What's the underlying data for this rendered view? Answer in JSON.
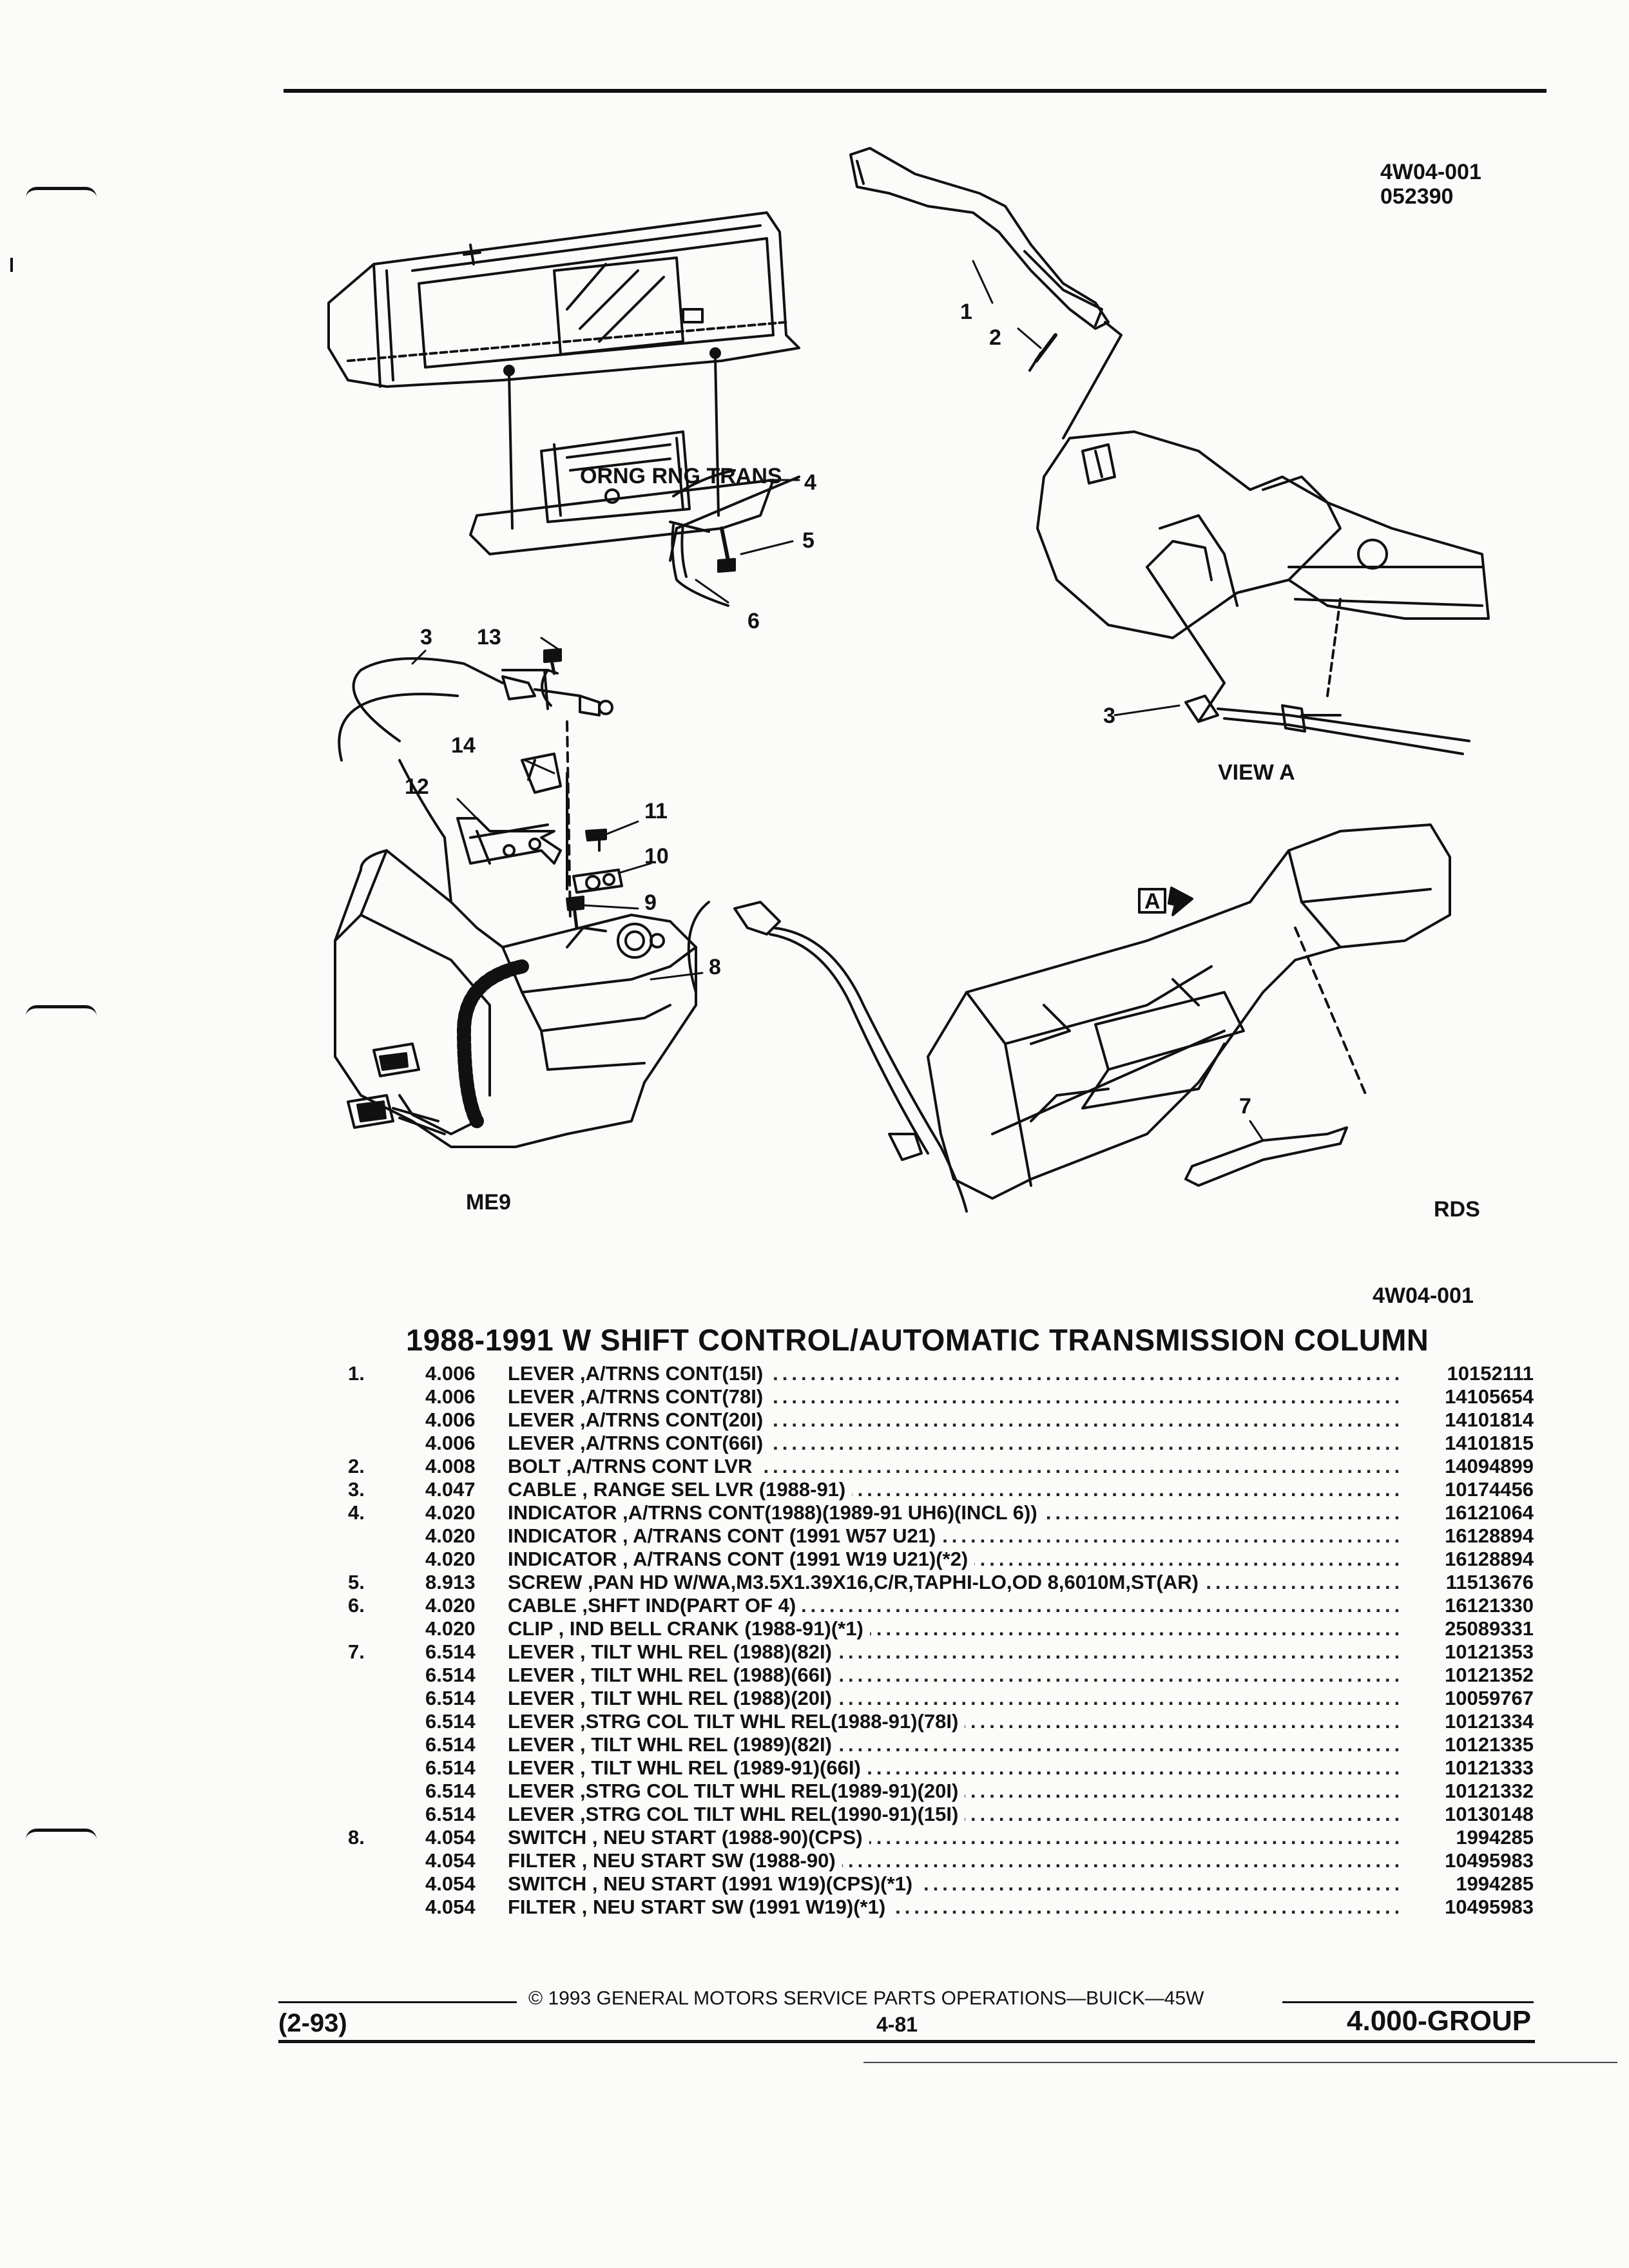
{
  "header": {
    "code_line1": "4W04-001",
    "code_line2": "052390"
  },
  "diagram": {
    "callouts": [
      "1",
      "2",
      "3",
      "4",
      "5",
      "6",
      "7",
      "8",
      "9",
      "10",
      "11",
      "12",
      "13",
      "14"
    ],
    "callout_3_view": "3",
    "view_label": "VIEW A",
    "view_marker": "A",
    "label_left": "ME9",
    "label_right": "RDS",
    "inset_plate_text": "ORNG RNG TRANS"
  },
  "figure_code": "4W04-001",
  "title": "1988-1991 W SHIFT CONTROL/AUTOMATIC TRANSMISSION COLUMN",
  "parts": [
    {
      "item": "1.",
      "group": "4.006",
      "desc": "LEVER ,A/TRNS CONT(15I)",
      "pn": "10152111"
    },
    {
      "item": "",
      "group": "4.006",
      "desc": "LEVER ,A/TRNS CONT(78I)",
      "pn": "14105654"
    },
    {
      "item": "",
      "group": "4.006",
      "desc": "LEVER ,A/TRNS CONT(20I)",
      "pn": "14101814"
    },
    {
      "item": "",
      "group": "4.006",
      "desc": "LEVER ,A/TRNS CONT(66I)",
      "pn": "14101815"
    },
    {
      "item": "2.",
      "group": "4.008",
      "desc": "BOLT ,A/TRNS CONT LVR",
      "pn": "14094899"
    },
    {
      "item": "3.",
      "group": "4.047",
      "desc": "CABLE , RANGE SEL LVR (1988-91)",
      "pn": "10174456"
    },
    {
      "item": "4.",
      "group": "4.020",
      "desc": "INDICATOR ,A/TRNS CONT(1988)(1989-91 UH6)(INCL 6))",
      "pn": "16121064"
    },
    {
      "item": "",
      "group": "4.020",
      "desc": "INDICATOR , A/TRANS CONT (1991 W57 U21)",
      "pn": "16128894"
    },
    {
      "item": "",
      "group": "4.020",
      "desc": "INDICATOR , A/TRANS CONT (1991 W19 U21)(*2)",
      "pn": "16128894"
    },
    {
      "item": "5.",
      "group": "8.913",
      "desc": "SCREW ,PAN HD W/WA,M3.5X1.39X16,C/R,TAPHI-LO,OD 8,6010M,ST(AR)",
      "pn": "11513676"
    },
    {
      "item": "6.",
      "group": "4.020",
      "desc": "CABLE ,SHFT IND(PART OF 4)",
      "pn": "16121330"
    },
    {
      "item": "",
      "group": "4.020",
      "desc": "CLIP , IND BELL CRANK (1988-91)(*1)",
      "pn": "25089331"
    },
    {
      "item": "7.",
      "group": "6.514",
      "desc": "LEVER , TILT WHL REL (1988)(82I)",
      "pn": "10121353"
    },
    {
      "item": "",
      "group": "6.514",
      "desc": "LEVER , TILT WHL REL (1988)(66I)",
      "pn": "10121352"
    },
    {
      "item": "",
      "group": "6.514",
      "desc": "LEVER , TILT WHL REL (1988)(20I)",
      "pn": "10059767"
    },
    {
      "item": "",
      "group": "6.514",
      "desc": "LEVER ,STRG COL TILT WHL REL(1988-91)(78I)",
      "pn": "10121334"
    },
    {
      "item": "",
      "group": "6.514",
      "desc": "LEVER , TILT WHL REL (1989)(82I)",
      "pn": "10121335"
    },
    {
      "item": "",
      "group": "6.514",
      "desc": "LEVER , TILT WHL REL (1989-91)(66I)",
      "pn": "10121333"
    },
    {
      "item": "",
      "group": "6.514",
      "desc": "LEVER ,STRG COL TILT WHL REL(1989-91)(20I)",
      "pn": "10121332"
    },
    {
      "item": "",
      "group": "6.514",
      "desc": "LEVER ,STRG COL TILT WHL REL(1990-91)(15I)",
      "pn": "10130148"
    },
    {
      "item": "8.",
      "group": "4.054",
      "desc": "SWITCH , NEU START (1988-90)(CPS)",
      "pn": "1994285"
    },
    {
      "item": "",
      "group": "4.054",
      "desc": "FILTER , NEU START SW (1988-90)",
      "pn": "10495983"
    },
    {
      "item": "",
      "group": "4.054",
      "desc": "SWITCH , NEU START (1991 W19)(CPS)(*1)",
      "pn": "1994285"
    },
    {
      "item": "",
      "group": "4.054",
      "desc": "FILTER , NEU START SW (1991 W19)(*1)",
      "pn": "10495983"
    }
  ],
  "footer": {
    "copyright": "© 1993 GENERAL MOTORS SERVICE PARTS OPERATIONS—BUICK—45W",
    "date": "(2-93)",
    "page": "4-81",
    "group": "4.000-GROUP"
  }
}
